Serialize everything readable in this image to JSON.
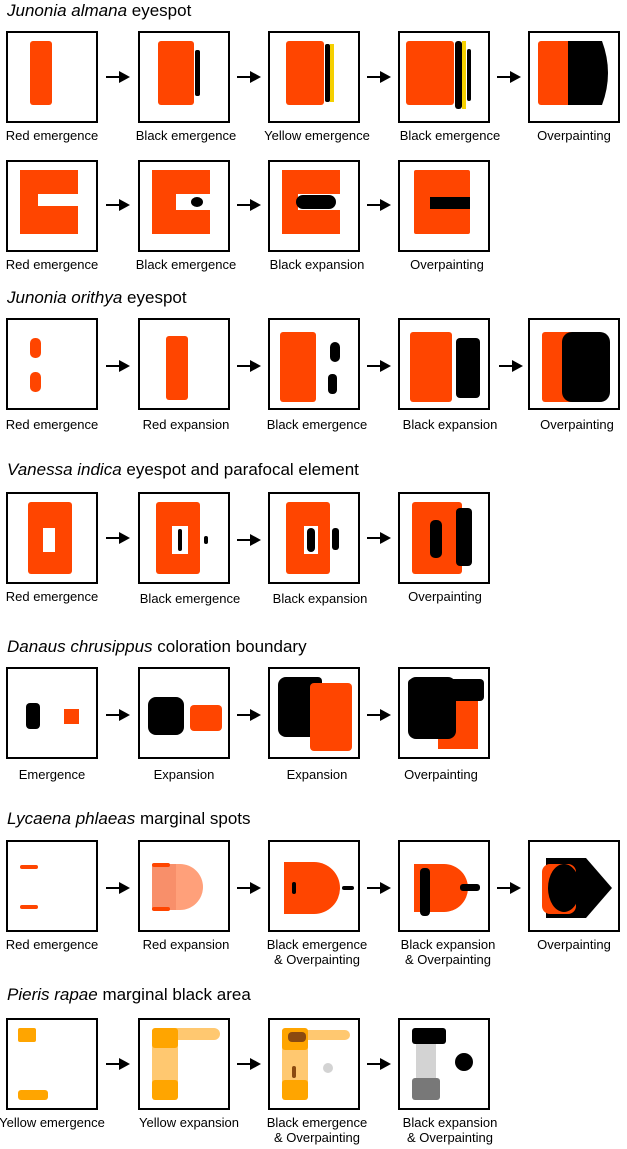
{
  "colors": {
    "red": "#ff4500",
    "black": "#000000",
    "yellow": "#f5d000",
    "orange": "#ffa500",
    "light_orange": "#ffc870",
    "salmon": "#ffa07a",
    "grey": "#787878",
    "light_grey": "#d3d3d3"
  },
  "sections": [
    {
      "species": "Junonia almana",
      "rest": " eyespot",
      "rows": [
        [
          "Red emergence",
          "Black emergence",
          "Yellow emergence",
          "Black emergence",
          "Overpainting"
        ],
        [
          "Red emergence",
          "Black emergence",
          "Black expansion",
          "Overpainting"
        ]
      ]
    },
    {
      "species": "Junonia orithya",
      "rest": " eyespot",
      "rows": [
        [
          "Red emergence",
          "Red expansion",
          "Black emergence",
          "Black expansion",
          "Overpainting"
        ]
      ]
    },
    {
      "species": "Vanessa indica",
      "rest": " eyespot and parafocal element",
      "rows": [
        [
          "Red emergence",
          "Black emergence",
          "Black expansion",
          "Overpainting"
        ]
      ]
    },
    {
      "species": "Danaus chrusippus",
      "rest": " coloration boundary",
      "rows": [
        [
          "Emergence",
          "Expansion",
          "Expansion",
          "Overpainting"
        ]
      ]
    },
    {
      "species": "Lycaena phlaeas",
      "rest": " marginal spots",
      "rows": [
        [
          "Red emergence",
          "Red expansion",
          "Black emergence\n& Overpainting",
          "Black expansion\n& Overpainting",
          "Overpainting"
        ]
      ]
    },
    {
      "species": "Pieris rapae",
      "rest": " marginal black area",
      "rows": [
        [
          "Yellow emergence",
          "Yellow expansion",
          "Black emergence\n& Overpainting",
          "Black expansion\n& Overpainting"
        ]
      ]
    }
  ]
}
